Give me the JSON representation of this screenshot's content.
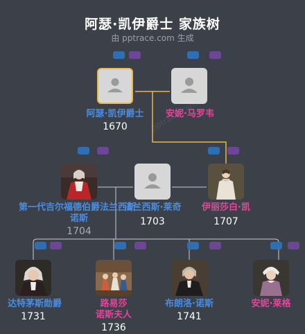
{
  "header": {
    "title": "阿瑟·凯伊爵士 家族树",
    "subtitle": "由 pptrace.com 生成"
  },
  "colors": {
    "male": "#4a8de0",
    "female": "#e0479a",
    "selected_border": "#e9b84b",
    "badge_blue": "#2f6fb1",
    "badge_purple": "#6b4796",
    "line": "#c9ccd1"
  },
  "people": {
    "arthur": {
      "name": "阿瑟·凯伊爵士",
      "year": "1670",
      "gender": "male",
      "selected": true,
      "icon": "person-silhouette-icon"
    },
    "anne_marlow": {
      "name": "安妮·马罗韦",
      "year": "",
      "gender": "female",
      "icon": "person-silhouette-icon"
    },
    "gilford": {
      "name_line1": "第一代吉尔福德伯爵法兰西斯·",
      "name_line2": "诺斯",
      "year": "1704",
      "gender": "male",
      "icon": "portrait-man-red-robe"
    },
    "middle": {
      "name": "法兰西斯·莱奇",
      "year": "1703",
      "gender": "male",
      "icon": "person-silhouette-icon"
    },
    "elizabeth": {
      "name": "伊丽莎白·凯",
      "year": "1707",
      "gender": "female",
      "icon": "portrait-woman-white-dress"
    },
    "dartmouth": {
      "name": "达特茅斯勋爵",
      "year": "1731",
      "gender": "male",
      "icon": "portrait-man-white-wig"
    },
    "louisa": {
      "name_line1": "路易莎",
      "name_line2": "诺斯夫人",
      "year": "1736",
      "gender": "female",
      "icon": "portrait-group-scene"
    },
    "brownlow": {
      "name": "布朗洛·诺斯",
      "year": "1741",
      "gender": "male",
      "icon": "portrait-man-dark-coat"
    },
    "anne_legge": {
      "name": "安妮·莱格",
      "year": "",
      "gender": "female",
      "icon": "portrait-woman-bonnet"
    }
  }
}
